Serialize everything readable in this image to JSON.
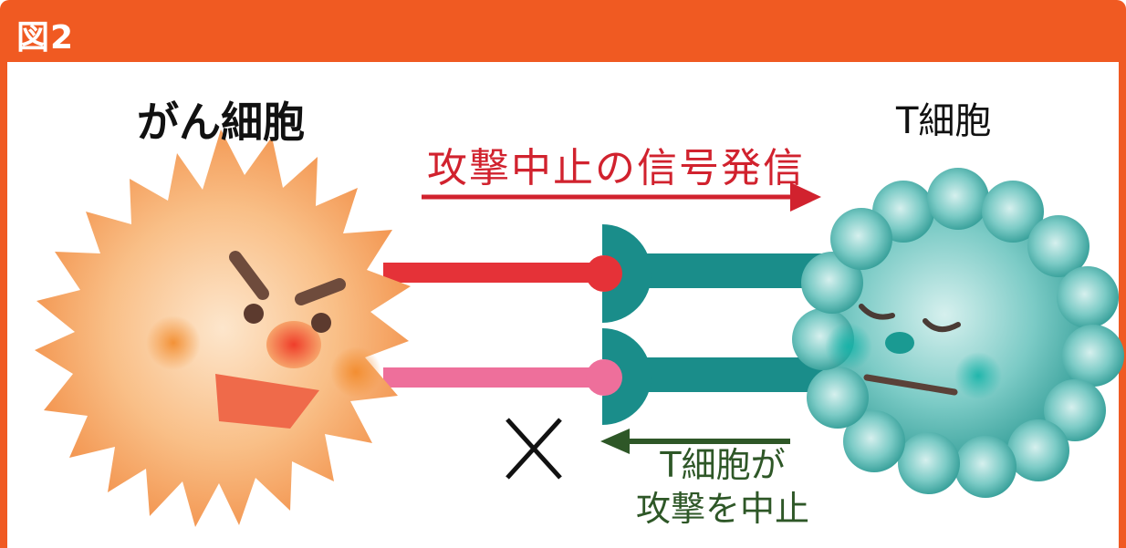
{
  "header": {
    "title": "図2"
  },
  "labels": {
    "cancer_cell": "がん細胞",
    "t_cell": "T細胞",
    "signal": "攻撃中止の信号発信",
    "t_cell_stop_line1": "T細胞が",
    "t_cell_stop_line2": "攻撃を中止"
  },
  "colors": {
    "header_orange": "#f05a22",
    "cancer_orange": "#f5a05c",
    "signal_red": "#d1222e",
    "pink": "#ee6f9b",
    "teal": "#1a8d8a",
    "arrow_green": "#2e5727"
  },
  "icons": [
    "cancer-cell-icon",
    "t-cell-icon",
    "cross-mark-icon",
    "arrow-right-icon",
    "arrow-left-icon",
    "receptor-icon"
  ]
}
